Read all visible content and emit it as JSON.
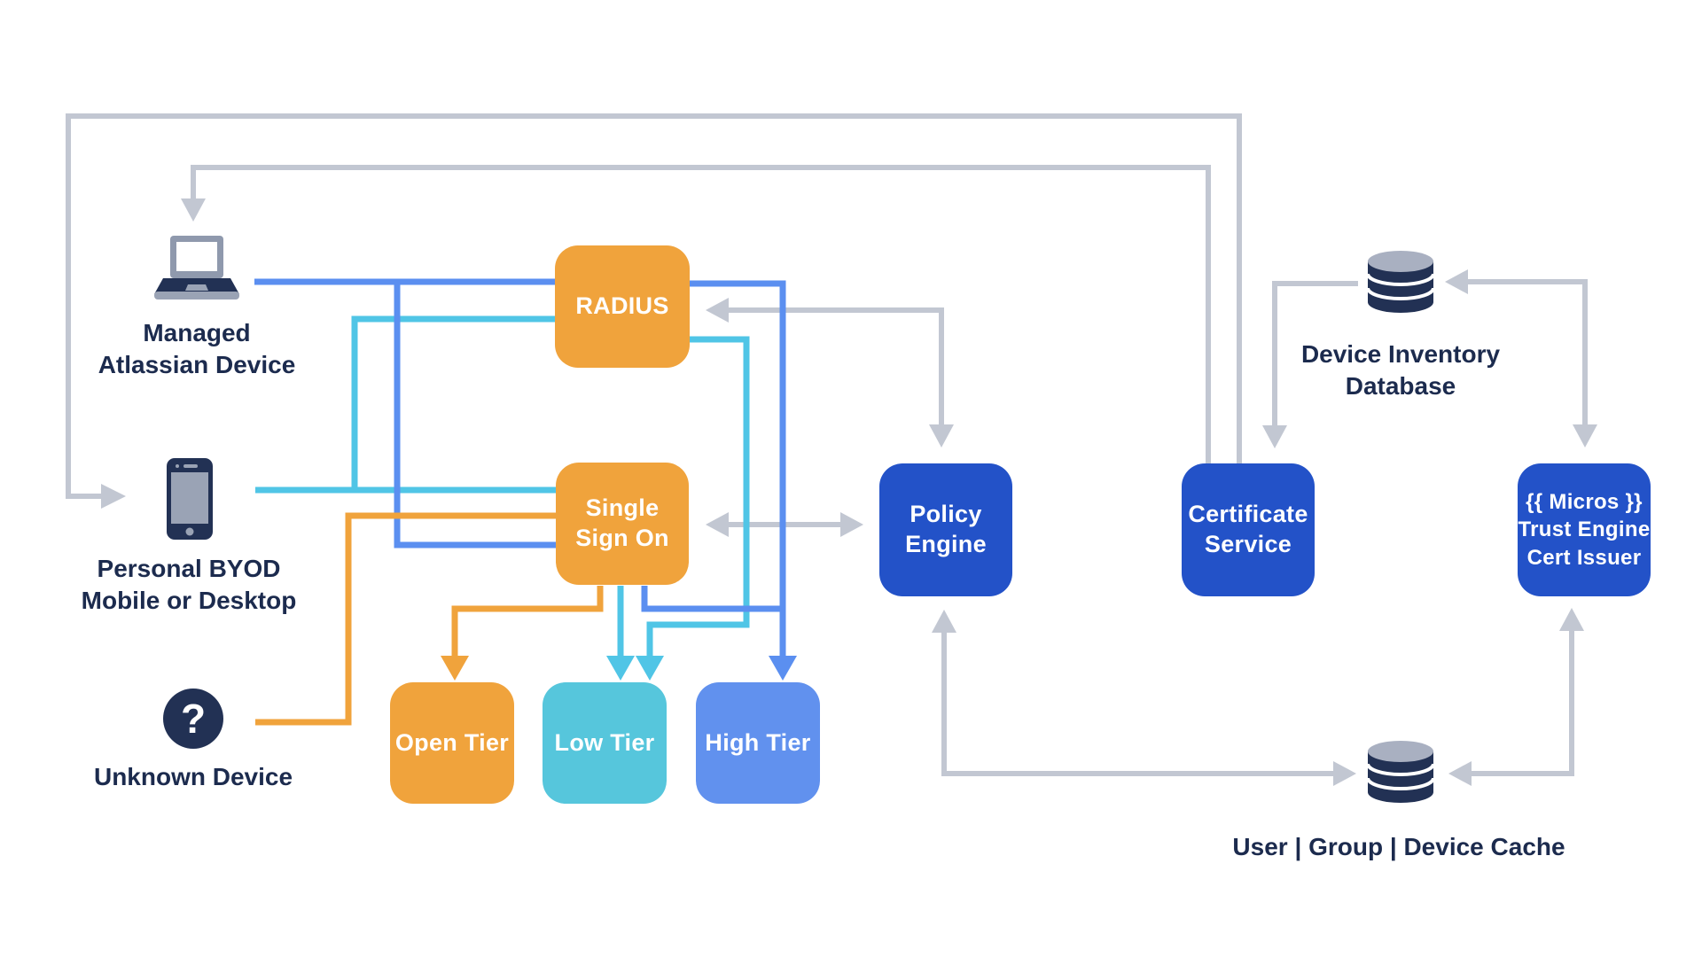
{
  "nodes": {
    "radius": {
      "label": "RADIUS"
    },
    "sso": {
      "lines": [
        "Single",
        "Sign On"
      ]
    },
    "open_tier": {
      "label": "Open Tier"
    },
    "low_tier": {
      "label": "Low Tier"
    },
    "high_tier": {
      "label": "High Tier"
    },
    "policy_engine": {
      "lines": [
        "Policy",
        "Engine"
      ]
    },
    "certificate_service": {
      "lines": [
        "Certificate",
        "Service"
      ]
    },
    "micros": {
      "lines": [
        "{{ Micros }}",
        "Trust Engine",
        "Cert Issuer"
      ]
    }
  },
  "devices": {
    "managed": {
      "lines": [
        "Managed",
        "Atlassian Device"
      ]
    },
    "byod": {
      "lines": [
        "Personal BYOD",
        "Mobile or Desktop"
      ]
    },
    "unknown": {
      "label": "Unknown Device",
      "glyph": "?"
    }
  },
  "datastores": {
    "inventory": {
      "lines": [
        "Device Inventory",
        "Database"
      ]
    },
    "cache": {
      "label": "User | Group | Device Cache"
    }
  },
  "colors": {
    "orange": "#F0A33C",
    "cyan_line": "#50C5E6",
    "cyan_box": "#56C6DC",
    "blue_line": "#5B8FF0",
    "blue_box": "#6191EE",
    "dark_blue_box": "#2352C8",
    "gray_line": "#C2C7D2",
    "navy_icon": "#223154",
    "label_text": "#1C2B4E"
  }
}
